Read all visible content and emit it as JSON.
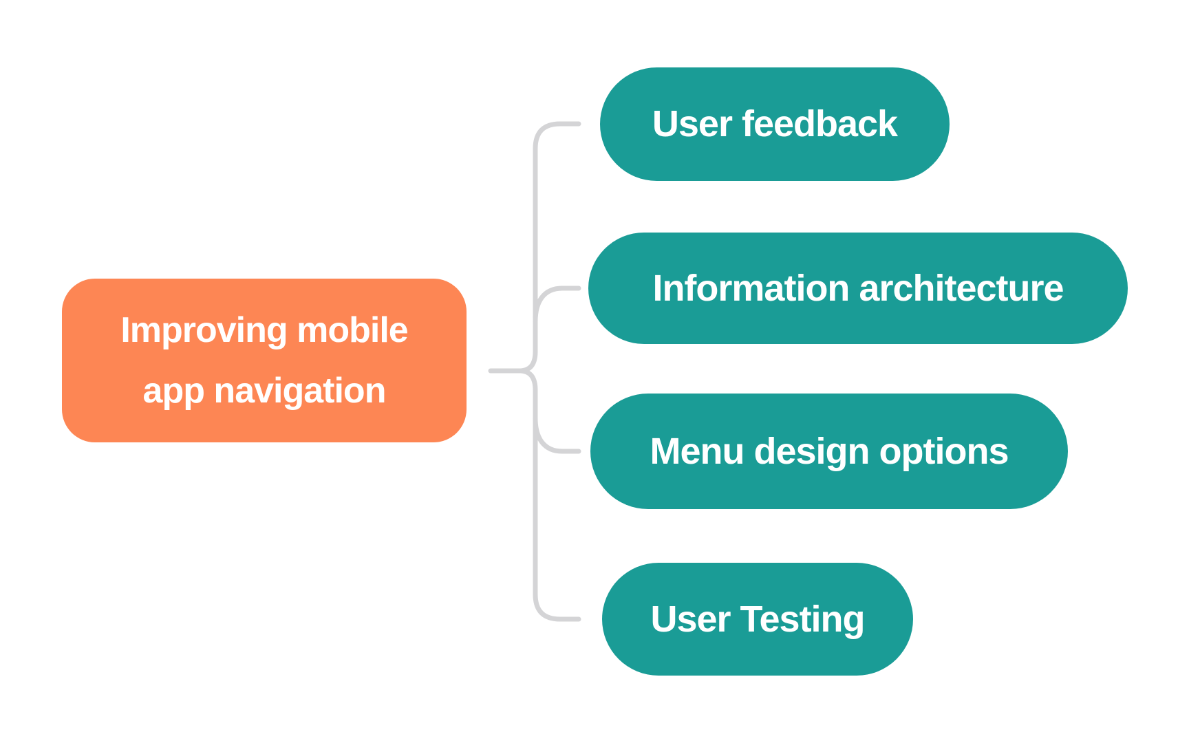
{
  "palette": {
    "background": "#FFFFFF",
    "root_fill": "#FD8654",
    "child_fill": "#1A9C96",
    "node_text": "#FFFFFF",
    "connector": "#D4D4D6"
  },
  "mindmap": {
    "root": {
      "label": "Improving mobile app navigation",
      "label_lines": [
        "Improving mobile",
        "app navigation"
      ]
    },
    "children": [
      {
        "label": "User feedback"
      },
      {
        "label": "Information architecture"
      },
      {
        "label": "Menu design options"
      },
      {
        "label": "User Testing"
      }
    ]
  }
}
